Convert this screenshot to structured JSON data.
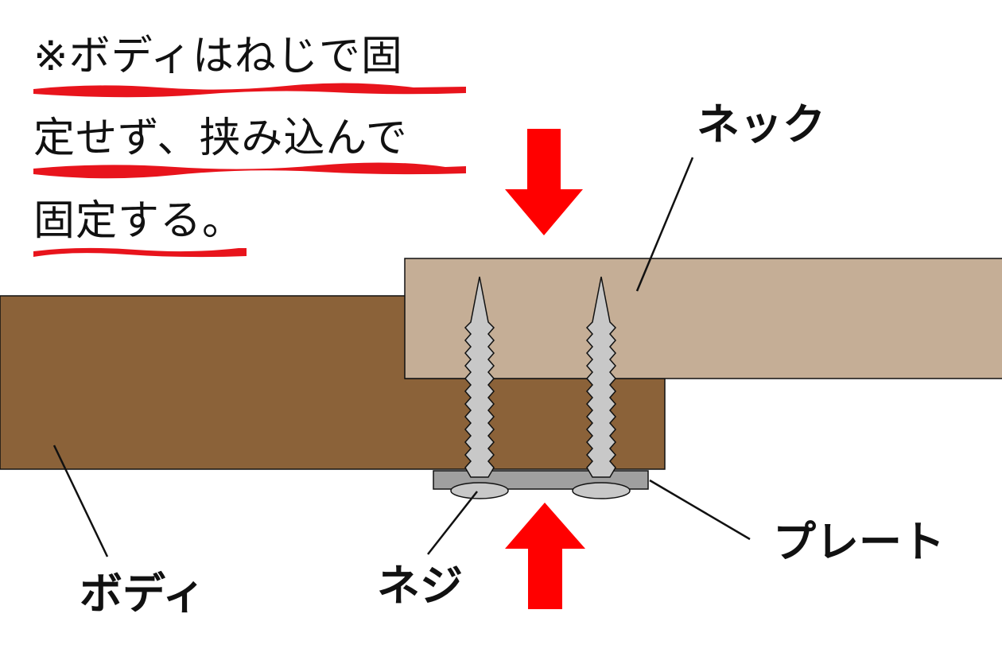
{
  "note": {
    "lines": [
      "※ボディはねじで固",
      "定せず、挟み込んで",
      "固定する。"
    ],
    "underline_color": "#e8141c"
  },
  "labels": {
    "neck": "ネック",
    "body": "ボディ",
    "screw": "ネジ",
    "plate": "プレート"
  },
  "colors": {
    "body_wood": "#8b6239",
    "neck_wood": "#c5ae96",
    "plate": "#a0a0a0",
    "screw": "#c8c8c8",
    "arrow": "#ff0000",
    "outline": "#111111"
  }
}
